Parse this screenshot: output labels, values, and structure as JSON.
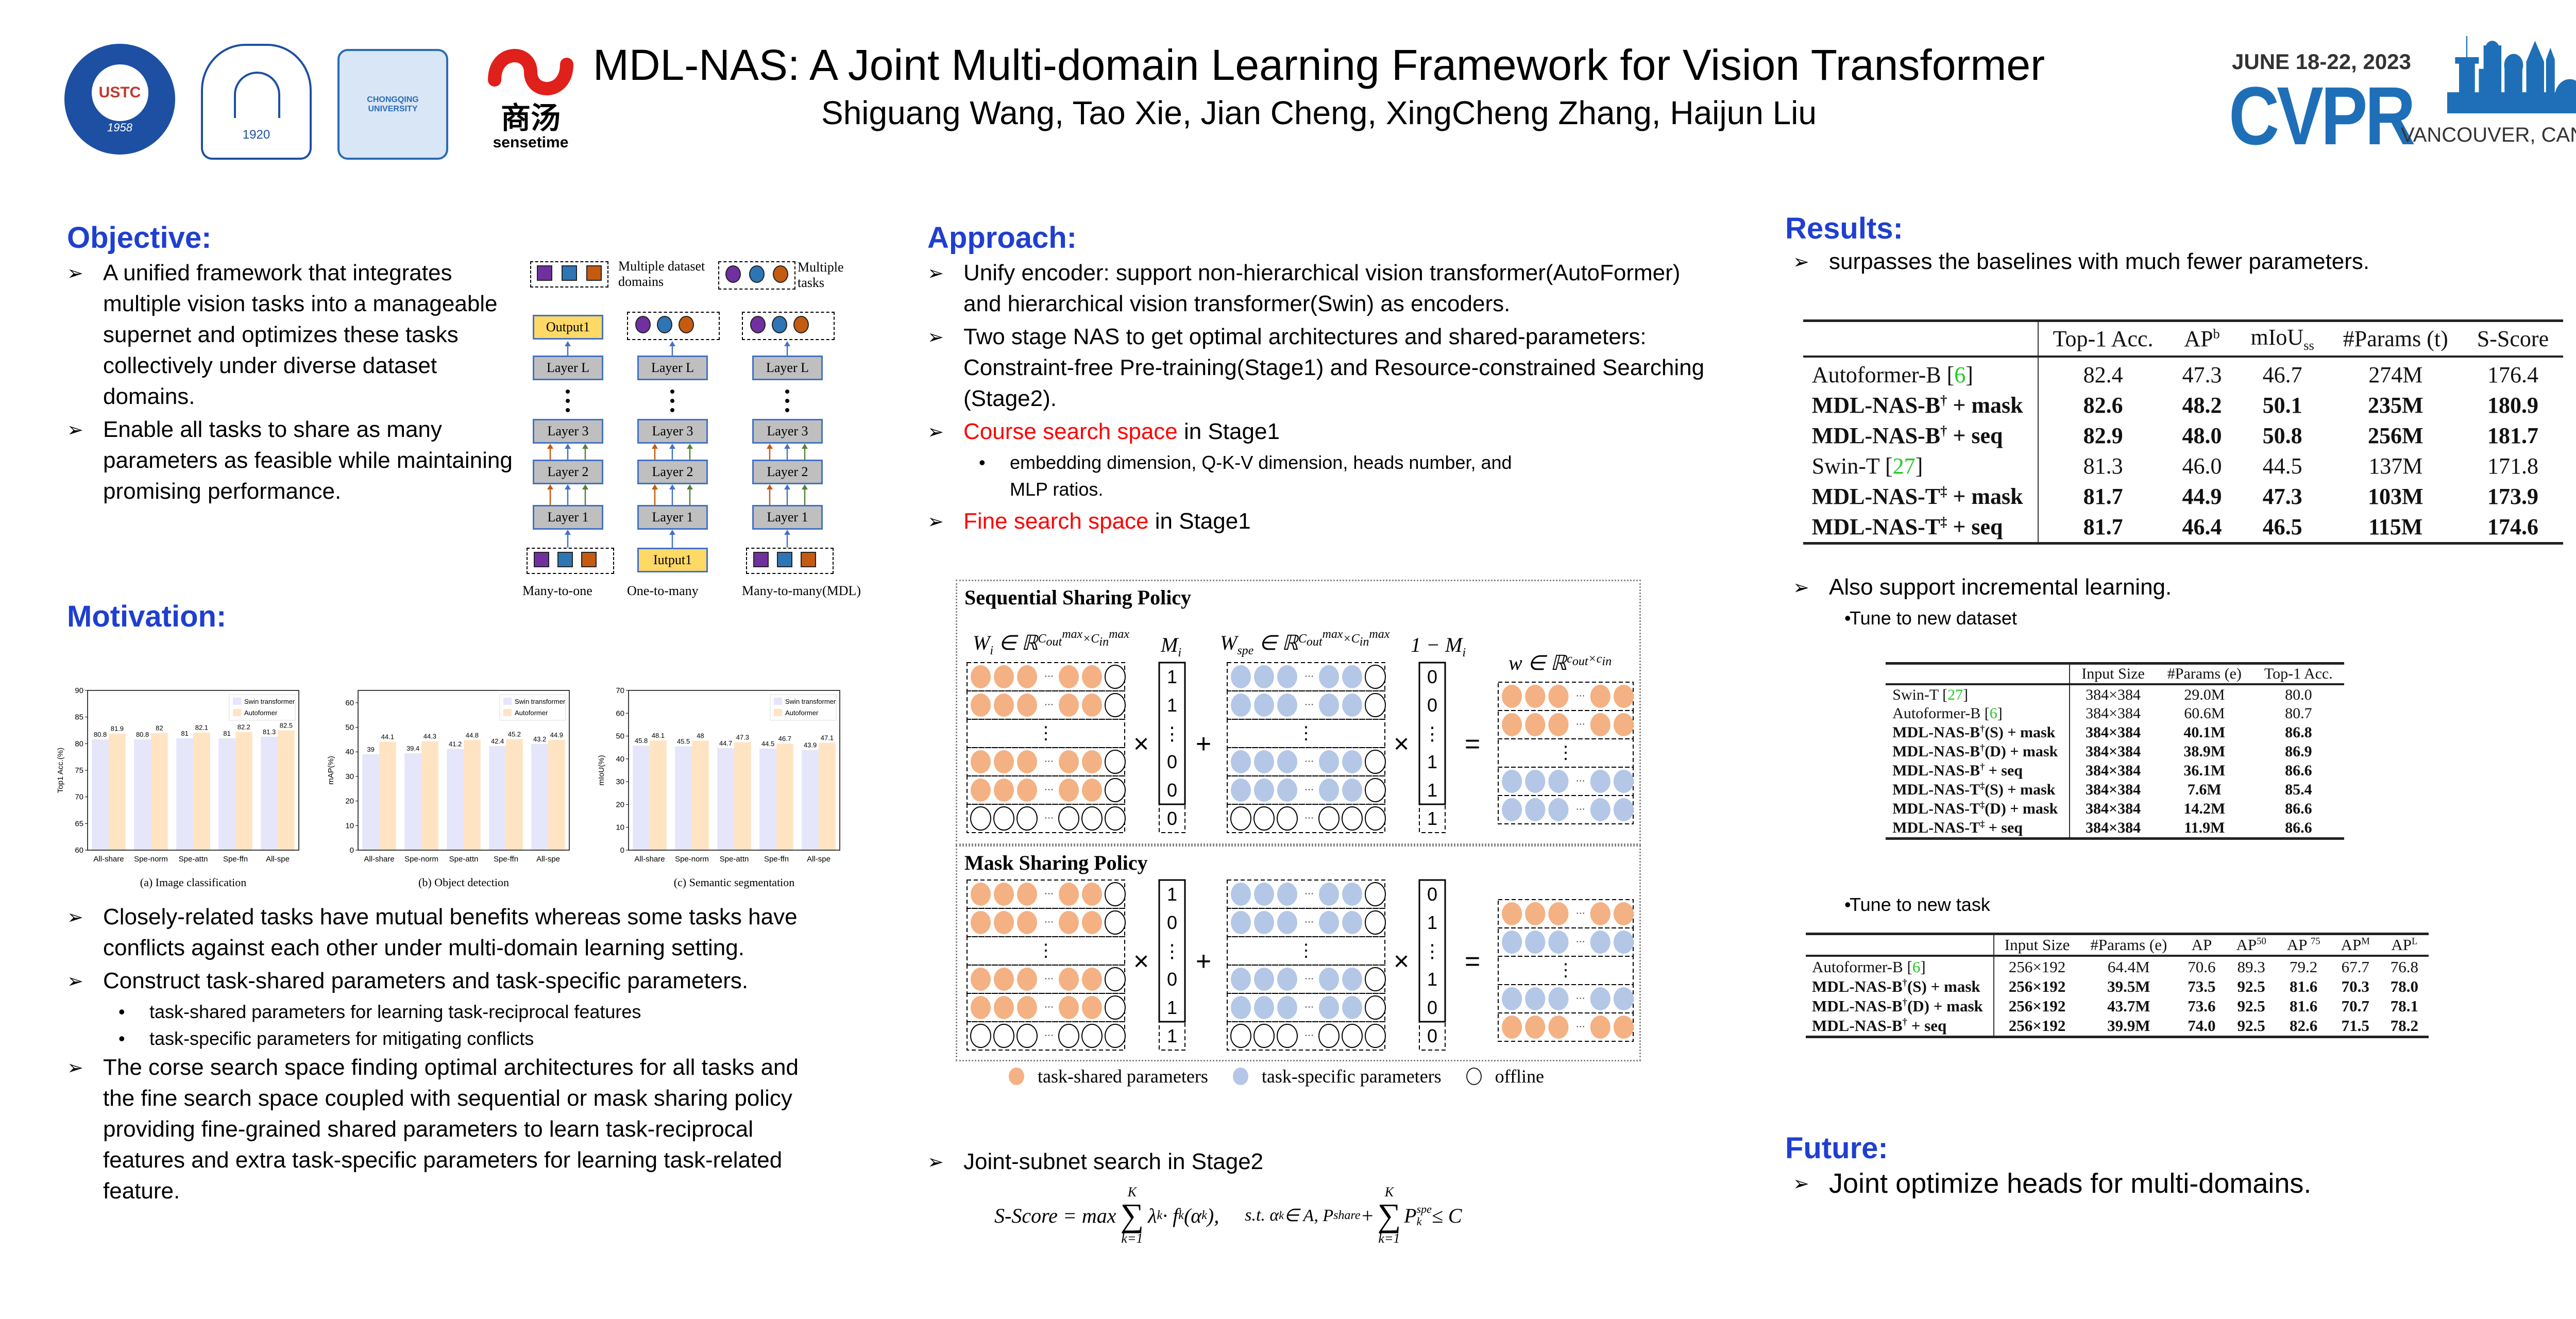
{
  "header": {
    "title": "MDL-NAS: A Joint Multi-domain Learning Framework for Vision Transformer",
    "authors": "Shiguang Wang, Tao Xie, Jian Cheng, XingCheng Zhang, Haijun Liu",
    "logos": {
      "ustc": {
        "text": "USTC",
        "year": "1958"
      },
      "seal2": {
        "year": "1920"
      },
      "cqu": {
        "text": "CHONGQING UNIVERSITY"
      },
      "sensetime": {
        "cn": "商汤",
        "en": "sensetime"
      }
    },
    "conference": {
      "dates": "JUNE 18-22, 2023",
      "name": "CVPR",
      "location": "VANCOUVER, CANADA"
    }
  },
  "colors": {
    "heading": "#1f3fd0",
    "accent_red": "#ff0000",
    "shared": "#f4b183",
    "specific": "#b4c7e7",
    "swin": "#e6e6fa",
    "autoformer": "#ffe4c4"
  },
  "objective": {
    "heading": "Objective:",
    "bullets": [
      "A unified framework that integrates multiple vision tasks into a manageable supernet and optimizes these tasks collectively under diverse dataset domains.",
      "Enable all tasks to share as many parameters as feasible while maintaining promising performance."
    ]
  },
  "diagram": {
    "legend_domains": "Multiple dataset domains",
    "legend_tasks": "Multiple tasks",
    "layers": [
      "Layer L",
      "Layer 3",
      "Layer 2",
      "Layer 1"
    ],
    "output_label": "Output1",
    "input_label": "Iutput1",
    "captions": [
      "Many-to-one",
      "One-to-many",
      "Many-to-many(MDL)"
    ]
  },
  "motivation": {
    "heading": "Motivation:",
    "bullets": [
      "Closely-related tasks have mutual benefits whereas some tasks have conflicts against each other under multi-domain learning setting.",
      "Construct task-shared parameters and task-specific parameters.",
      "The corse search space finding optimal architectures for all tasks and the fine search space coupled with sequential or mask sharing policy providing fine-grained shared parameters to learn task-reciprocal features and extra task-specific parameters for learning task-related feature."
    ],
    "sub_bullets": [
      "task-shared parameters for learning task-reciprocal features",
      "task-specific parameters for mitigating conflicts"
    ]
  },
  "chart_data": [
    {
      "type": "bar",
      "title": "(a) Image classification",
      "ylabel": "Top1 Acc.(%)",
      "ylim": [
        60,
        90
      ],
      "yticks": [
        60,
        65,
        70,
        75,
        80,
        85,
        90
      ],
      "categories": [
        "All-share",
        "Spe-norm",
        "Spe-attn",
        "Spe-ffn",
        "All-spe"
      ],
      "series": [
        {
          "name": "Swin transformer",
          "values": [
            80.8,
            80.8,
            81.0,
            81.0,
            81.3
          ]
        },
        {
          "name": "Autoformer",
          "values": [
            81.9,
            82.0,
            82.1,
            82.2,
            82.5
          ]
        }
      ],
      "legend": "top-right",
      "grid": false
    },
    {
      "type": "bar",
      "title": "(b) Object detection",
      "ylabel": "mAP(%)",
      "ylim": [
        0,
        65
      ],
      "yticks": [
        0,
        10,
        20,
        30,
        40,
        50,
        60
      ],
      "categories": [
        "All-share",
        "Spe-norm",
        "Spe-attn",
        "Spe-ffn",
        "All-spe"
      ],
      "series": [
        {
          "name": "Swin transformer",
          "values": [
            39.0,
            39.4,
            41.2,
            42.4,
            43.2
          ]
        },
        {
          "name": "Autoformer",
          "values": [
            44.1,
            44.3,
            44.8,
            45.2,
            44.9
          ]
        }
      ],
      "legend": "top-right",
      "grid": false
    },
    {
      "type": "bar",
      "title": "(c) Semantic segmentation",
      "ylabel": "mIoU(%)",
      "ylim": [
        0,
        70
      ],
      "yticks": [
        0,
        10,
        20,
        30,
        40,
        50,
        60,
        70
      ],
      "categories": [
        "All-share",
        "Spe-norm",
        "Spe-attn",
        "Spe-ffn",
        "All-spe"
      ],
      "series": [
        {
          "name": "Swin transformer",
          "values": [
            45.8,
            45.5,
            44.7,
            44.5,
            43.9
          ]
        },
        {
          "name": "Autoformer",
          "values": [
            48.1,
            48.0,
            47.3,
            46.7,
            47.1
          ]
        }
      ],
      "legend": "top-right",
      "grid": false
    }
  ],
  "approach": {
    "heading": "Approach:",
    "b1": "Unify encoder: support non-hierarchical vision transformer(AutoFormer) and hierarchical vision transformer(Swin) as encoders.",
    "b2": "Two stage NAS to get optimal architectures and shared-parameters: Constraint-free Pre-training(Stage1) and Resource-constrained Searching (Stage2).",
    "b3_red": "Course search space",
    "b3_rest": " in Stage1",
    "b3_sub": "embedding dimension, Q-K-V dimension, heads number, and MLP ratios.",
    "b4_red": "Fine search space",
    "b4_rest": " in Stage1",
    "b5": "Joint-subnet search in Stage2"
  },
  "policies": {
    "sequential": {
      "title": "Sequential Sharing Policy",
      "labels": {
        "wi": "W",
        "wi_sub": "i",
        "in": " ∈ ℝ",
        "cout": "C",
        "max": "max",
        "out": "out",
        "times": "×",
        "cin": "C",
        "inn": "in",
        "mi": "M",
        "mi_sub": "i",
        "wspe": "W",
        "wspe_sub": "spe",
        "one_minus": "1 − M",
        "w": "w",
        "cout_small": "c",
        "cin_small": "c"
      },
      "left_rows": [
        "shared",
        "shared",
        "dots",
        "shared",
        "shared",
        "offline"
      ],
      "mask": [
        "1",
        "1",
        "⋮",
        "0",
        "0",
        "0"
      ],
      "right_rows": [
        "specific",
        "specific",
        "dots",
        "specific",
        "specific",
        "offline"
      ],
      "inv_mask": [
        "0",
        "0",
        "⋮",
        "1",
        "1",
        "1"
      ],
      "result_rows": [
        "shared",
        "shared",
        "dots",
        "specific",
        "specific"
      ]
    },
    "mask": {
      "title": "Mask Sharing Policy",
      "left_rows": [
        "shared",
        "shared",
        "dots",
        "shared",
        "shared",
        "offline"
      ],
      "mask": [
        "1",
        "0",
        "⋮",
        "0",
        "1",
        "1"
      ],
      "right_rows": [
        "specific",
        "specific",
        "dots",
        "specific",
        "specific",
        "offline"
      ],
      "inv_mask": [
        "0",
        "1",
        "⋮",
        "1",
        "0",
        "0"
      ],
      "result_rows": [
        "shared",
        "specific",
        "dots",
        "specific",
        "shared"
      ]
    },
    "ops": {
      "times": "×",
      "plus": "+",
      "equals": "=",
      "dots": "···",
      "vdots": "⋮"
    },
    "legend": [
      "task-shared parameters",
      "task-specific parameters",
      "offline"
    ]
  },
  "formula": {
    "lhs": "S-Score = max",
    "sum": "∑",
    "upper": "K",
    "lower": "k=1",
    "term": "λ",
    "k": "k",
    "dot_f": " · f",
    "alpha": "(α",
    "close": "),",
    "st": "s.t. α",
    "in_a": " ∈ A, P",
    "share": "share",
    "plus": " + ",
    "p": "P",
    "spe": "spe",
    "leq": " ≤ C"
  },
  "results": {
    "heading": "Results:",
    "b1": "surpasses the baselines with much fewer parameters.",
    "b2": "Also support incremental learning.",
    "sub1": "Tune to new dataset",
    "sub2": "Tune to new task",
    "table1": {
      "headers": [
        {
          "t": "Top-1 Acc."
        },
        {
          "t": "AP",
          "sup": "b"
        },
        {
          "t": "mIoU",
          "sub": "ss"
        },
        {
          "t": "#Params (t)"
        },
        {
          "t": "S-Score"
        }
      ],
      "rows": [
        {
          "name": "Autoformer-B ",
          "ref": "6",
          "cells": [
            "82.4",
            "47.3",
            "46.7",
            "274M",
            "176.4"
          ],
          "bold": false
        },
        {
          "name": "MDL-NAS-B",
          "sup": "†",
          "suffix": " + mask",
          "cells": [
            "82.6",
            "48.2",
            "50.1",
            "235M",
            "180.9"
          ],
          "bold": true
        },
        {
          "name": "MDL-NAS-B",
          "sup": "†",
          "suffix": " + seq",
          "cells": [
            "82.9",
            "48.0",
            "50.8",
            "256M",
            "181.7"
          ],
          "bold": true
        },
        {
          "name": "Swin-T ",
          "ref": "27",
          "cells": [
            "81.3",
            "46.0",
            "44.5",
            "137M",
            "171.8"
          ],
          "bold": false
        },
        {
          "name": "MDL-NAS-T",
          "sup": "‡",
          "suffix": " + mask",
          "cells": [
            "81.7",
            "44.9",
            "47.3",
            "103M",
            "173.9"
          ],
          "bold": true
        },
        {
          "name": "MDL-NAS-T",
          "sup": "‡",
          "suffix": " + seq",
          "cells": [
            "81.7",
            "46.4",
            "46.5",
            "115M",
            "174.6"
          ],
          "bold": true
        }
      ]
    },
    "table2": {
      "headers": [
        {
          "t": "Input Size"
        },
        {
          "t": "#Params (e)"
        },
        {
          "t": "Top-1 Acc."
        }
      ],
      "rows": [
        {
          "name": "Swin-T ",
          "ref": "27",
          "cells": [
            "384×384",
            "29.0M",
            "80.0"
          ],
          "bold": false
        },
        {
          "name": "Autoformer-B ",
          "ref": "6",
          "cells": [
            "384×384",
            "60.6M",
            "80.7"
          ],
          "bold": false
        },
        {
          "name": "MDL-NAS-B",
          "sup": "†",
          "suffix": "(S) + mask",
          "cells": [
            "384×384",
            "40.1M",
            "86.8"
          ],
          "bold": true
        },
        {
          "name": "MDL-NAS-B",
          "sup": "†",
          "suffix": "(D) + mask",
          "cells": [
            "384×384",
            "38.9M",
            "86.9"
          ],
          "bold": true
        },
        {
          "name": "MDL-NAS-B",
          "sup": "†",
          "suffix": " + seq",
          "cells": [
            "384×384",
            "36.1M",
            "86.6"
          ],
          "bold": true
        },
        {
          "name": "MDL-NAS-T",
          "sup": "‡",
          "suffix": "(S) + mask",
          "cells": [
            "384×384",
            "7.6M",
            "85.4"
          ],
          "bold": true
        },
        {
          "name": "MDL-NAS-T",
          "sup": "‡",
          "suffix": "(D) + mask",
          "cells": [
            "384×384",
            "14.2M",
            "86.6"
          ],
          "bold": true
        },
        {
          "name": "MDL-NAS-T",
          "sup": "‡",
          "suffix": " + seq",
          "cells": [
            "384×384",
            "11.9M",
            "86.6"
          ],
          "bold": true
        }
      ]
    },
    "table3": {
      "headers": [
        {
          "t": "Input Size"
        },
        {
          "t": "#Params (e)"
        },
        {
          "t": "AP"
        },
        {
          "t": "AP",
          "sup": "50"
        },
        {
          "t": "AP ",
          "sup": "75"
        },
        {
          "t": "AP",
          "sup": "M"
        },
        {
          "t": "AP",
          "sup": "L"
        }
      ],
      "rows": [
        {
          "name": "Autoformer-B ",
          "ref": "6",
          "cells": [
            "256×192",
            "64.4M",
            "70.6",
            "89.3",
            "79.2",
            "67.7",
            "76.8"
          ],
          "bold": false
        },
        {
          "name": "MDL-NAS-B",
          "sup": "†",
          "suffix": "(S) + mask",
          "cells": [
            "256×192",
            "39.5M",
            "73.5",
            "92.5",
            "81.6",
            "70.3",
            "78.0"
          ],
          "bold": true
        },
        {
          "name": "MDL-NAS-B",
          "sup": "†",
          "suffix": "(D) + mask",
          "cells": [
            "256×192",
            "43.7M",
            "73.6",
            "92.5",
            "81.6",
            "70.7",
            "78.1"
          ],
          "bold": true
        },
        {
          "name": "MDL-NAS-B",
          "sup": "†",
          "suffix": " + seq",
          "cells": [
            "256×192",
            "39.9M",
            "74.0",
            "92.5",
            "82.6",
            "71.5",
            "78.2"
          ],
          "bold": true
        }
      ]
    }
  },
  "future": {
    "heading": "Future:",
    "b1": "Joint optimize heads for multi-domains."
  }
}
